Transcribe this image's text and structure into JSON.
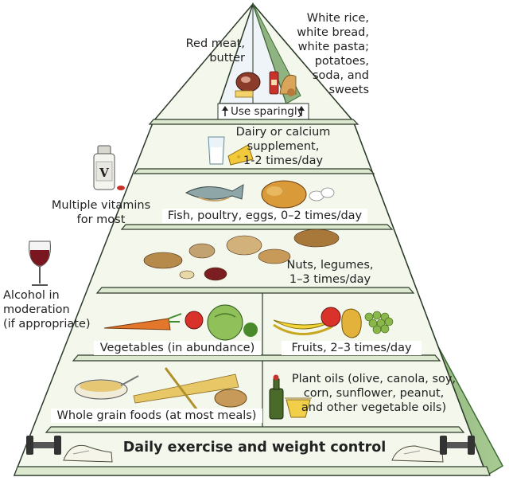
{
  "top": {
    "left_label": [
      "Red meat,",
      "butter"
    ],
    "right_label": [
      "White rice,",
      "white bread,",
      "white pasta;",
      "potatoes,",
      "soda, and",
      "sweets"
    ],
    "banner": "Use sparingly",
    "arrow_icon": "up-arrow-icon"
  },
  "tiers": {
    "dairy": [
      "Dairy or calcium",
      "supplement,",
      "1-2 times/day"
    ],
    "fish": "Fish, poultry, eggs, 0–2 times/day",
    "nuts": [
      "Nuts, legumes,",
      "1–3 times/day"
    ],
    "vegetables": "Vegetables (in abundance)",
    "fruits": "Fruits, 2–3 times/day",
    "grains": "Whole grain foods (at most meals)",
    "oils": [
      "Plant oils (olive, canola, soy,",
      "corn, sunflower, peanut,",
      "and other vegetable oils)"
    ],
    "base": "Daily exercise and weight control"
  },
  "side": {
    "vitamins": [
      "Multiple vitamins",
      "for most"
    ],
    "vitamin_letter": "V",
    "alcohol": [
      "Alcohol in",
      "moderation",
      "(if appropriate)"
    ]
  },
  "colors": {
    "shelf": "#dde9cf",
    "wall": "#f5f8ee",
    "outline": "#2b3a2a",
    "side_dark": "#6f9a62",
    "side_light": "#9fc28a",
    "side_edge": "#3f6b36"
  }
}
